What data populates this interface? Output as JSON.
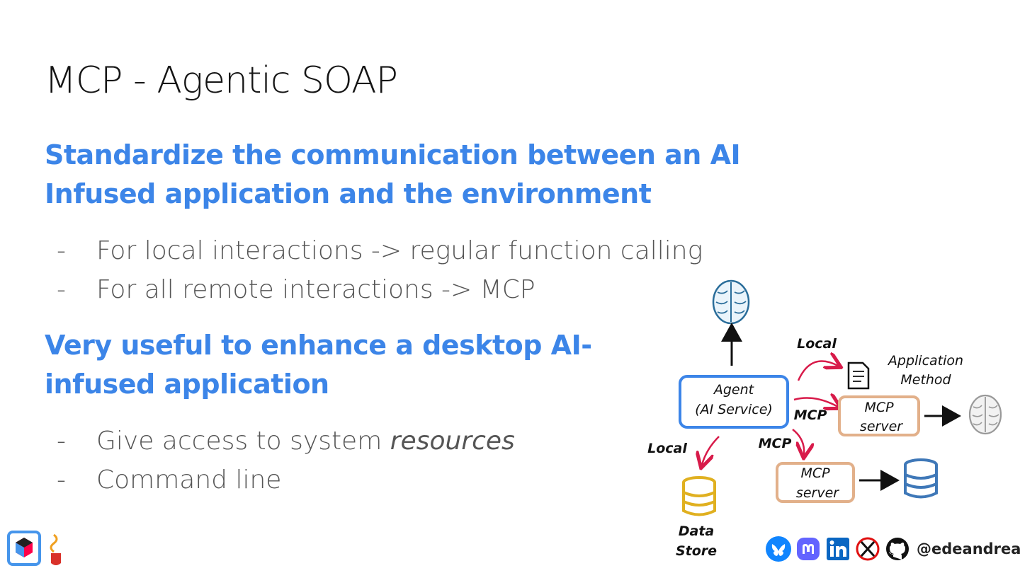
{
  "slide": {
    "title": "MCP - Agentic SOAP",
    "heading1": "Standardize the communication between an AI Infused application and the environment",
    "bullets1": [
      "For local interactions -> regular function calling",
      "For all remote interactions -> MCP"
    ],
    "heading2": "Very useful to enhance a desktop AI-infused application",
    "bullets2": [
      {
        "prefix": "Give access to system ",
        "em": "resources"
      },
      {
        "prefix": "Command line",
        "em": ""
      }
    ],
    "dash": "-"
  },
  "diagram": {
    "agent_line1": "Agent",
    "agent_line2": "(AI Service)",
    "local_top": "Local",
    "local_left": "Local",
    "mcp_right": "MCP",
    "mcp_bottom": "MCP",
    "app_method_line1": "Application",
    "app_method_line2": "Method",
    "mcp_server1_line1": "MCP",
    "mcp_server1_line2": "server",
    "mcp_server2_line1": "MCP",
    "mcp_server2_line2": "server",
    "data_store_line1": "Data",
    "data_store_line2": "Store",
    "colors": {
      "agent_box": "#3c85e8",
      "server_box": "#e2b08a",
      "arrow_red": "#d81b4a",
      "db_yellow": "#e0b020",
      "db_blue": "#3f78b8"
    }
  },
  "footer": {
    "handle": "@edeandrea",
    "icons": [
      "bluesky-icon",
      "mastodon-icon",
      "linkedin-icon",
      "x-icon",
      "github-icon"
    ]
  }
}
